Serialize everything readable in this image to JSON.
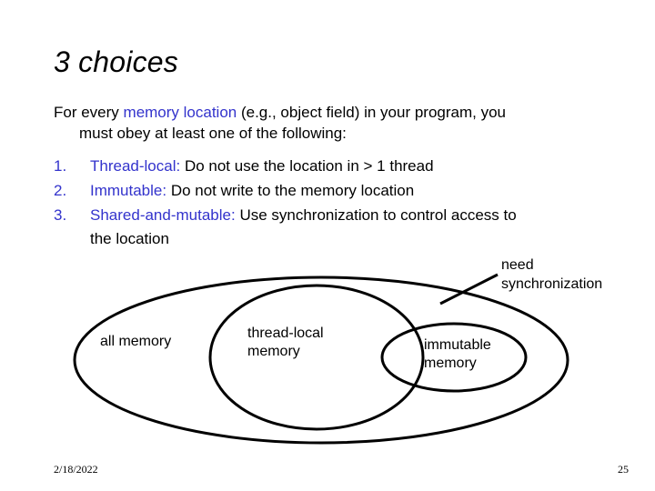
{
  "slide": {
    "title": "3 choices",
    "accent_color": "#3333cc",
    "text_color": "#000000",
    "background": "#ffffff"
  },
  "intro": {
    "lead": "For every ",
    "highlight": "memory location",
    "rest": " (e.g., object field) in your program, you",
    "continuation": "must obey at least one of the following:"
  },
  "choices": [
    {
      "number": "1.",
      "term": "Thread-local:",
      "description": " Do not use the location in > 1 thread",
      "wrap": ""
    },
    {
      "number": "2.",
      "term": "Immutable:",
      "description": " Do not write to the memory location",
      "wrap": ""
    },
    {
      "number": "3.",
      "term": "Shared-and-mutable:",
      "description": " Use synchronization to control access to",
      "wrap": "the location"
    }
  ],
  "diagram": {
    "type": "venn",
    "regions": [
      {
        "name": "all-memory",
        "label": "all memory"
      },
      {
        "name": "thread-local-memory",
        "label": "thread-local\nmemory"
      },
      {
        "name": "immutable-memory",
        "label": "immutable\nmemory"
      }
    ],
    "annotation": {
      "label": "need\nsynchronization"
    },
    "stroke_color": "#000000"
  },
  "footer": {
    "date": "2/18/2022",
    "page_number": "25"
  }
}
